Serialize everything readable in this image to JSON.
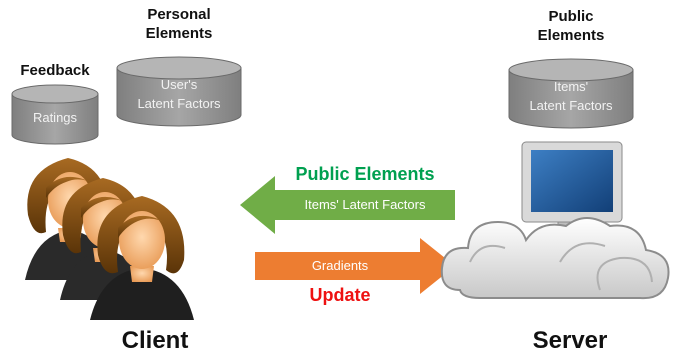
{
  "client": {
    "feedback_label": "Feedback",
    "personal_label_line1": "Personal",
    "personal_label_line2": "Elements",
    "ratings_db": "Ratings",
    "user_factors_line1": "User's",
    "user_factors_line2": "Latent Factors",
    "name": "Client"
  },
  "server": {
    "public_label_line1": "Public",
    "public_label_line2": "Elements",
    "items_factors_line1": "Items'",
    "items_factors_line2": "Latent Factors",
    "name": "Server"
  },
  "download_arrow": {
    "title": "Public Elements",
    "text": "Items' Latent Factors",
    "color": "#70ad47",
    "title_color": "#00a050"
  },
  "upload_arrow": {
    "title": "Update",
    "text": "Gradients",
    "color": "#ed7d31",
    "title_color": "#ee1111"
  },
  "icons": [
    "database-icon",
    "user-avatar-icon",
    "computer-icon",
    "cloud-icon"
  ],
  "colors": {
    "cylinder": "#8c8c8c",
    "hair": "#7a4a12",
    "skin": "#f0a868"
  }
}
